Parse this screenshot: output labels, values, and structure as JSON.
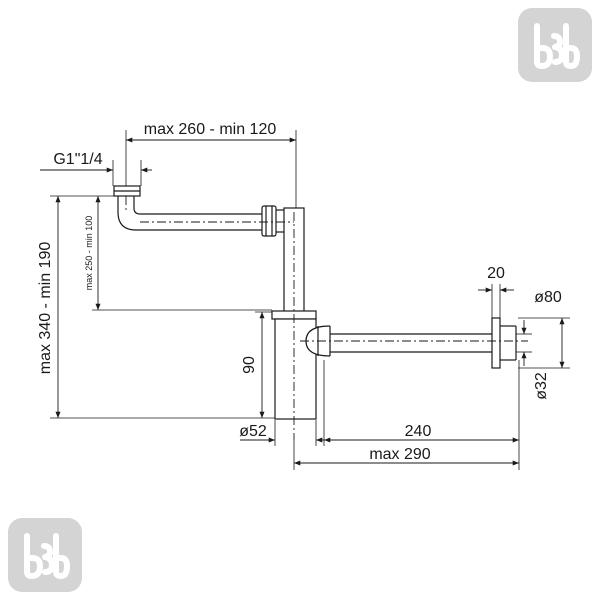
{
  "dimensions": {
    "horizontal_arm": "max 260 - min 120",
    "inlet_thread": "G1\"1/4",
    "total_height": "max 340 - min 190",
    "vertical_adjust": "max 250 - min 100",
    "cup_height": "90",
    "cup_diameter": "ø52",
    "outlet_length": "240",
    "outlet_max": "max 290",
    "flange_width": "20",
    "flange_diameter": "ø80",
    "outlet_diameter": "ø32"
  },
  "colors": {
    "line": "#1a1a1a",
    "logo_bg": "#d4d4d4",
    "logo_fg": "#ffffff"
  },
  "logos": {
    "icon": "bb-logo-icon"
  }
}
